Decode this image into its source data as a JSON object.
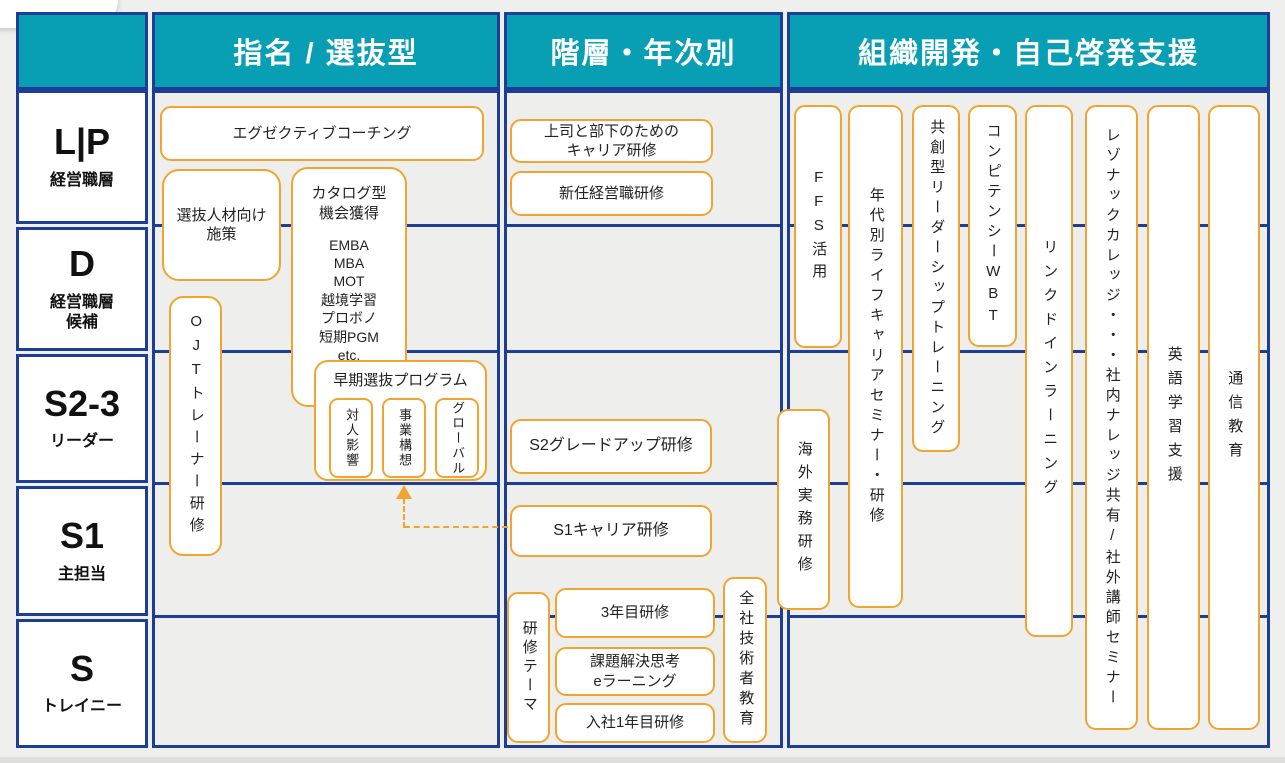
{
  "colors": {
    "header_teal": "#089fb5",
    "grid_blue": "#1e3d94",
    "box_orange": "#f2a430",
    "cell_gray": "#eeeeec",
    "box_white": "#ffffff"
  },
  "header": {
    "selection": "指名 / 選抜型",
    "hierarchy": "階層・年次別",
    "org_dev": "組織開発・自己啓発支援"
  },
  "levels": [
    {
      "code": "L|P",
      "label": "経営職層"
    },
    {
      "code": "D",
      "label": "経営職層\n候補"
    },
    {
      "code": "S2-3",
      "label": "リーダー"
    },
    {
      "code": "S1",
      "label": "主担当"
    },
    {
      "code": "S",
      "label": "トレイニー"
    }
  ],
  "selection_column": {
    "executive_coaching": "エグゼクティブコーチング",
    "selected_talent": "選抜人材向け施策",
    "catalog_title": "カタログ型\n機会獲得",
    "catalog_items": "EMBA\nMBA\nMOT\n越境学習\nプロボノ\n短期PGM\netc.",
    "ojt_trainer": "OJTトレーナー研修",
    "early_selection_title": "早期選抜プログラム",
    "early_selection_tracks": [
      "対人影響",
      "事業構想",
      "グローバル"
    ]
  },
  "hierarchy_column": {
    "boss_subordinate_career": "上司と部下のための\nキャリア研修",
    "new_executive": "新任経営職研修",
    "s2_grade_up": "S2グレードアップ研修",
    "s1_career": "S1キャリア研修",
    "training_theme": "研修テーマ",
    "third_year": "3年目研修",
    "problem_solving_elearning": "課題解決思考\neラーニング",
    "first_year": "入社1年目研修",
    "company_engineer_education": "全社技術者教育"
  },
  "org_dev_column": {
    "ffs": "FFS活用",
    "life_career_seminar": "年代別ライフキャリアセミナー・研修",
    "co_creation_leadership": "共創型リーダーシップトレーニング",
    "competency_wbt": "コンピテンシーWBT",
    "linkedin_learning": "リンクドインラーニング",
    "resonac_college": "レゾナックカレッジ・・・社内ナレッジ共有/社外講師セミナー",
    "english_support": "英語学習支援",
    "correspondence_education": "通信教育",
    "overseas_practical": "海外実務研修"
  }
}
